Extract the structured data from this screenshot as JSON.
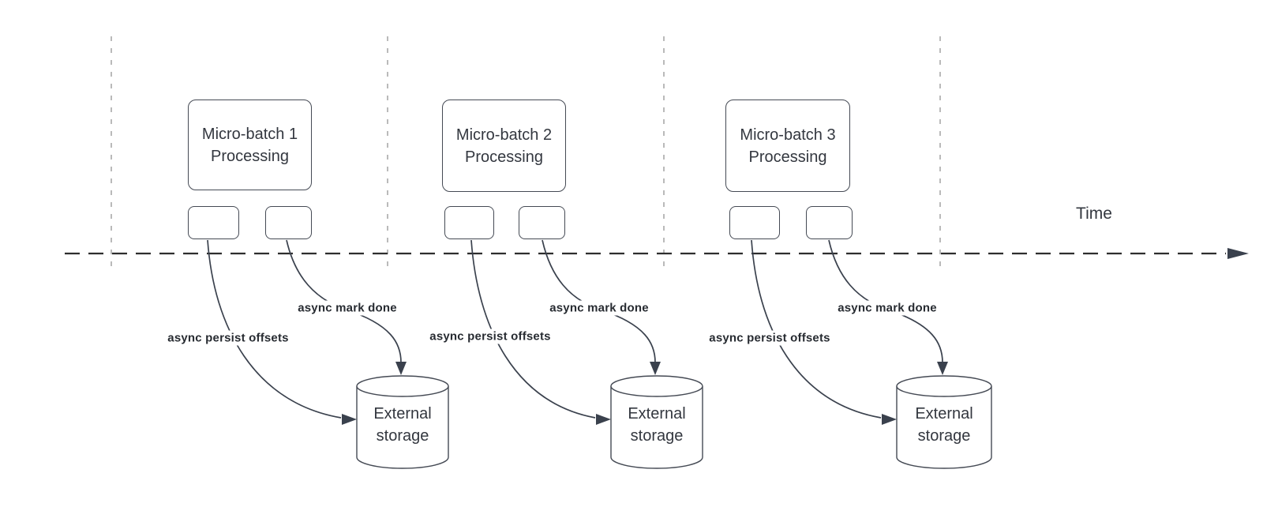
{
  "diagram": {
    "time_axis_label": "Time"
  },
  "groups": [
    {
      "process_title_line1": "Micro-batch 1",
      "process_title_line2": "Processing",
      "persist_arrow_label": "async persist offsets",
      "done_arrow_label": "async mark done",
      "storage_line1": "External",
      "storage_line2": "storage"
    },
    {
      "process_title_line1": "Micro-batch 2",
      "process_title_line2": "Processing",
      "persist_arrow_label": "async persist offsets",
      "done_arrow_label": "async mark done",
      "storage_line1": "External",
      "storage_line2": "storage"
    },
    {
      "process_title_line1": "Micro-batch 3",
      "process_title_line2": "Processing",
      "persist_arrow_label": "async persist offsets",
      "done_arrow_label": "async mark done",
      "storage_line1": "External",
      "storage_line2": "storage"
    }
  ],
  "colors": {
    "background": "#ffffff",
    "shape_stroke": "#454a54",
    "arrow_stroke": "#3a414d",
    "timeline_stroke": "#2e2e2e",
    "guide_stroke": "#a9a9a9",
    "text_color": "#33373f",
    "label_text_color": "#272b31"
  }
}
